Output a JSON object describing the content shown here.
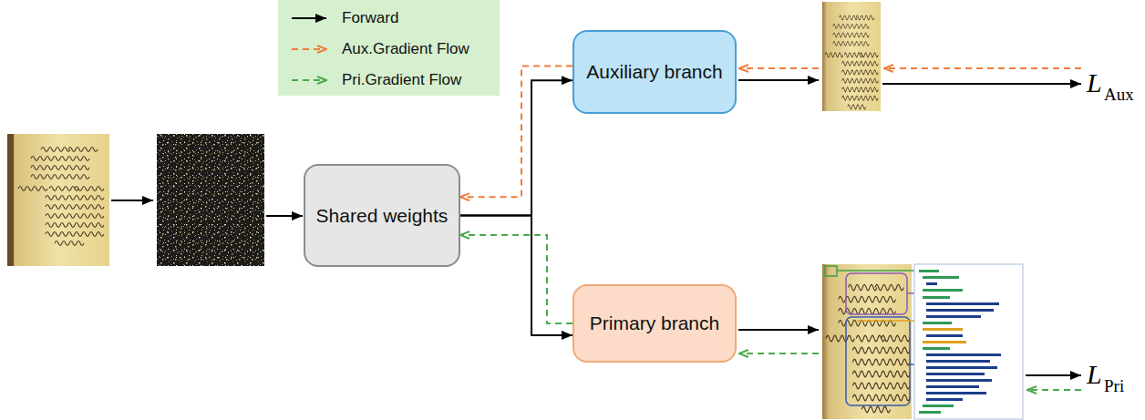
{
  "diagram": {
    "nodes": [
      {
        "text": [
          "Shared weights"
        ]
      },
      {
        "text": [
          "Auxiliary branch"
        ]
      },
      {
        "text": [
          "Primary branch"
        ]
      }
    ],
    "edges": [
      {
        "from": 0,
        "to": 1,
        "arrow": "to"
      },
      {
        "from": 0,
        "to": 2,
        "arrow": "to"
      },
      {
        "from": 1,
        "to": 0,
        "arrow": "to"
      },
      {
        "from": 2,
        "to": 0,
        "arrow": "to"
      }
    ],
    "labels": [
      "L",
      "Aux",
      "L",
      "Pri"
    ],
    "legend": [
      {
        "text": "Forward"
      },
      {
        "text": "Aux.Gradient Flow"
      },
      {
        "text": "Pri.Gradient Flow"
      }
    ]
  }
}
